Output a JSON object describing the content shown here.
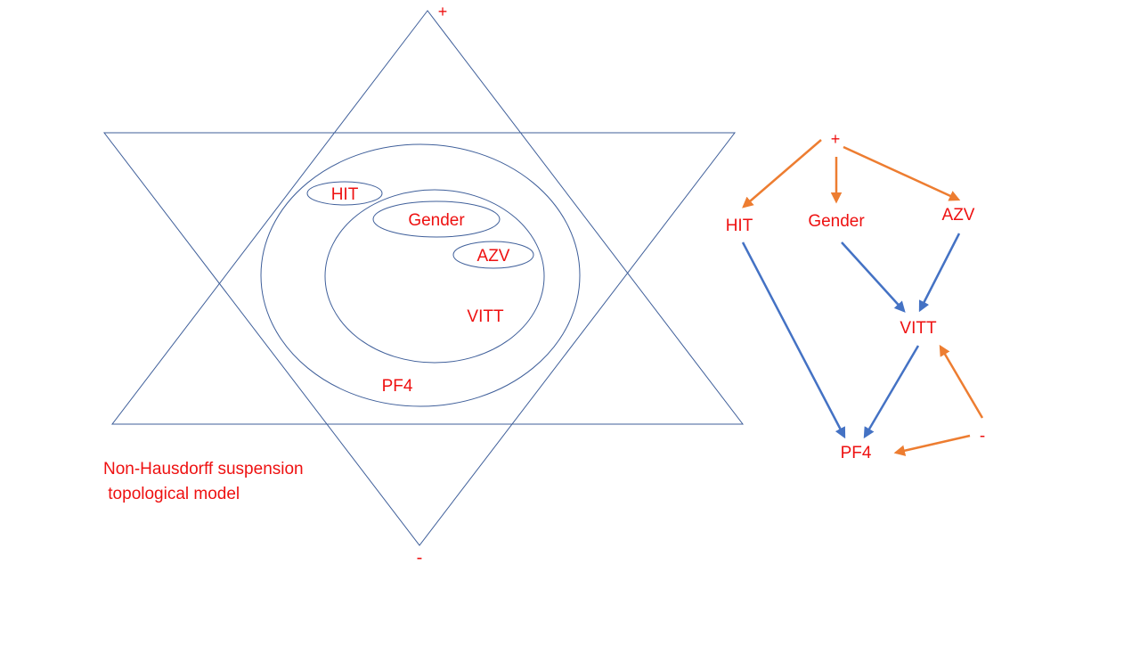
{
  "left_model": {
    "top_pole": "+",
    "bottom_pole": "-",
    "inner_labels": {
      "hit": "HIT",
      "gender": "Gender",
      "azv": "AZV",
      "vitt": "VITT",
      "pf4": "PF4"
    },
    "caption_line1": "Non-Hausdorff suspension",
    "caption_line2": " topological model"
  },
  "right_graph": {
    "nodes": {
      "plus": "+",
      "hit": "HIT",
      "gender": "Gender",
      "azv": "AZV",
      "vitt": "VITT",
      "pf4": "PF4",
      "minus": "-"
    },
    "edge_colors": {
      "orange": "#ed7d31",
      "blue": "#4472c4"
    }
  }
}
